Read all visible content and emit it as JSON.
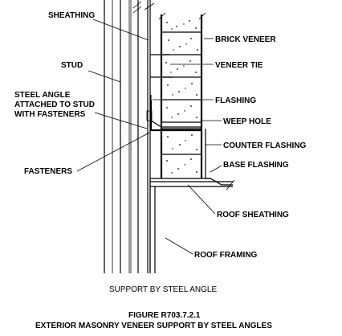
{
  "figure": {
    "labels": {
      "sheathing": "SHEATHING",
      "brick_veneer": "BRICK VENEER",
      "stud": "STUD",
      "veneer_tie": "VENEER TIE",
      "steel_angle_line1": "STEEL ANGLE",
      "steel_angle_line2": "ATTACHED TO STUD",
      "steel_angle_line3": "WITH FASTENERS",
      "flashing": "FLASHING",
      "weep_hole": "WEEP HOLE",
      "counter_flashing": "COUNTER FLASHING",
      "fasteners": "FASTENERS",
      "base_flashing": "BASE FLASHING",
      "roof_sheathing": "ROOF SHEATHING",
      "roof_framing": "ROOF FRAMING"
    },
    "subcaption": "SUPPORT BY STEEL ANGLE",
    "figure_number": "FIGURE R703.7.2.1",
    "figure_title": "EXTERIOR MASONRY VENEER SUPPORT BY STEEL ANGLES"
  }
}
